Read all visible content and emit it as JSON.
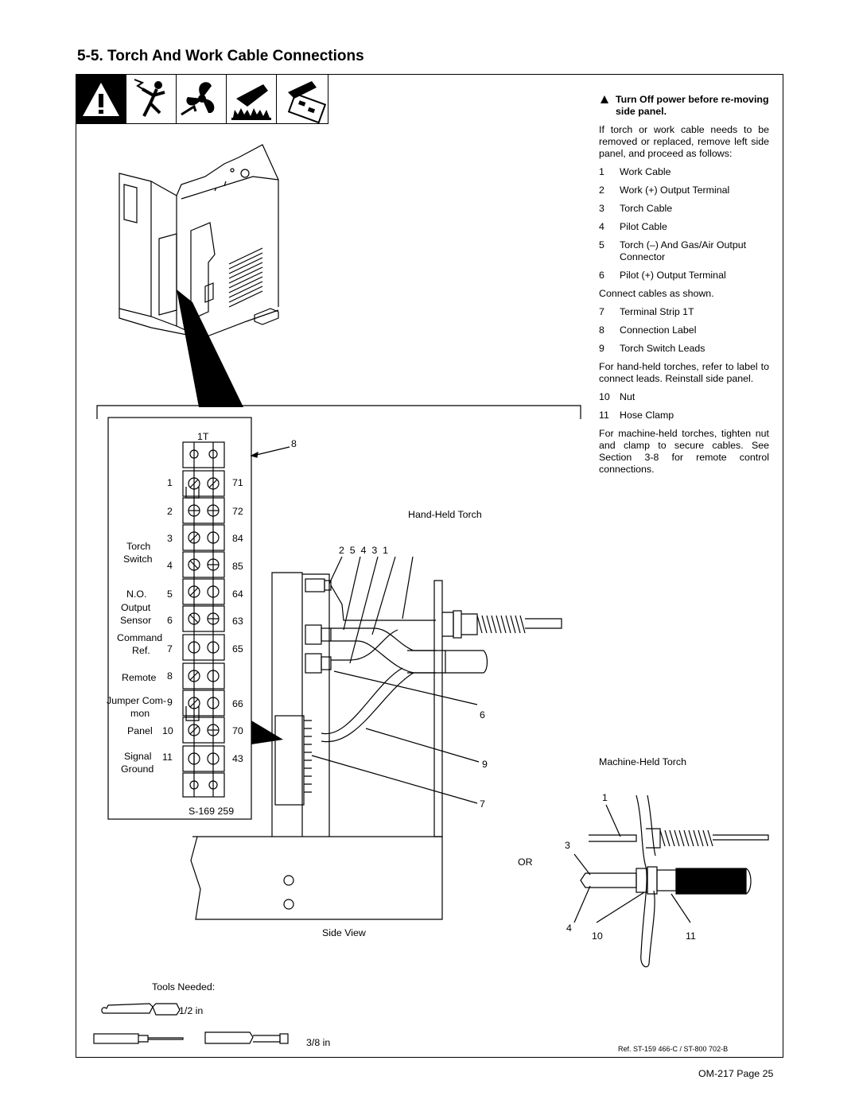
{
  "header": {
    "title": "5-5.   Torch And Work Cable Connections"
  },
  "hazard_icons": [
    "warning-triangle-icon",
    "electric-shock-icon",
    "moving-fan-icon",
    "hot-parts-icon",
    "static-electricity-board-icon"
  ],
  "instructions": {
    "warning": "Turn Off power before re-moving side panel.",
    "intro": "If torch or work cable needs to be removed or replaced, remove left side panel, and proceed as follows:",
    "group1": [
      {
        "num": "1",
        "text": "Work Cable"
      },
      {
        "num": "2",
        "text": "Work (+) Output Terminal"
      },
      {
        "num": "3",
        "text": "Torch Cable"
      },
      {
        "num": "4",
        "text": "Pilot Cable"
      },
      {
        "num": "5",
        "text": "Torch (–) And Gas/Air Output Connector"
      },
      {
        "num": "6",
        "text": "Pilot (+) Output Terminal"
      }
    ],
    "connect_note": "Connect cables as shown.",
    "group2": [
      {
        "num": "7",
        "text": "Terminal Strip 1T"
      },
      {
        "num": "8",
        "text": "Connection Label"
      },
      {
        "num": "9",
        "text": "Torch Switch Leads"
      }
    ],
    "handheld_note": "For hand-held torches, refer to label to connect leads. Reinstall side panel.",
    "group3": [
      {
        "num": "10",
        "text": "Nut"
      },
      {
        "num": "11",
        "text": "Hose Clamp"
      }
    ],
    "machineheld_note": "For machine-held torches, tighten nut and clamp to secure cables. See Section 3-8 for remote control connections."
  },
  "terminal_strip": {
    "title": "1T",
    "callout": "8",
    "rows": [
      {
        "pos": "1",
        "wire": "71"
      },
      {
        "pos": "2",
        "wire": "72"
      },
      {
        "pos": "3",
        "wire": "84"
      },
      {
        "pos": "4",
        "wire": "85"
      },
      {
        "pos": "5",
        "wire": "64"
      },
      {
        "pos": "6",
        "wire": "63"
      },
      {
        "pos": "7",
        "wire": "65"
      },
      {
        "pos": "8",
        "wire": ""
      },
      {
        "pos": "9",
        "wire": "66"
      },
      {
        "pos": "10",
        "wire": "70"
      },
      {
        "pos": "11",
        "wire": "43"
      }
    ],
    "labels": {
      "torch": "Torch",
      "switch": "Switch",
      "no": "N.O.",
      "output": "Output",
      "sensor": "Sensor",
      "command": "Command",
      "ref": "Ref.",
      "remote": "Remote",
      "jumper_com": "Jumper Com-",
      "mon": "mon",
      "panel": "Panel",
      "signal": "Signal",
      "ground": "Ground"
    },
    "drawing_number": "S-169 259"
  },
  "side_view": {
    "handheld_label": "Hand-Held Torch",
    "callouts_top": "2  5  4  3  1",
    "callout_6": "6",
    "callout_9": "9",
    "callout_7": "7",
    "or_label": "OR",
    "caption": "Side View"
  },
  "machine_held": {
    "label": "Machine-Held Torch",
    "c1": "1",
    "c3": "3",
    "c4": "4",
    "c10": "10",
    "c11": "11"
  },
  "tools": {
    "label": "Tools Needed:",
    "wrench_size": "1/2 in",
    "socket_size": "3/8 in"
  },
  "reference": "Ref. ST-159 466-C / ST-800 702-B",
  "footer": {
    "page": "OM-217 Page 25"
  }
}
